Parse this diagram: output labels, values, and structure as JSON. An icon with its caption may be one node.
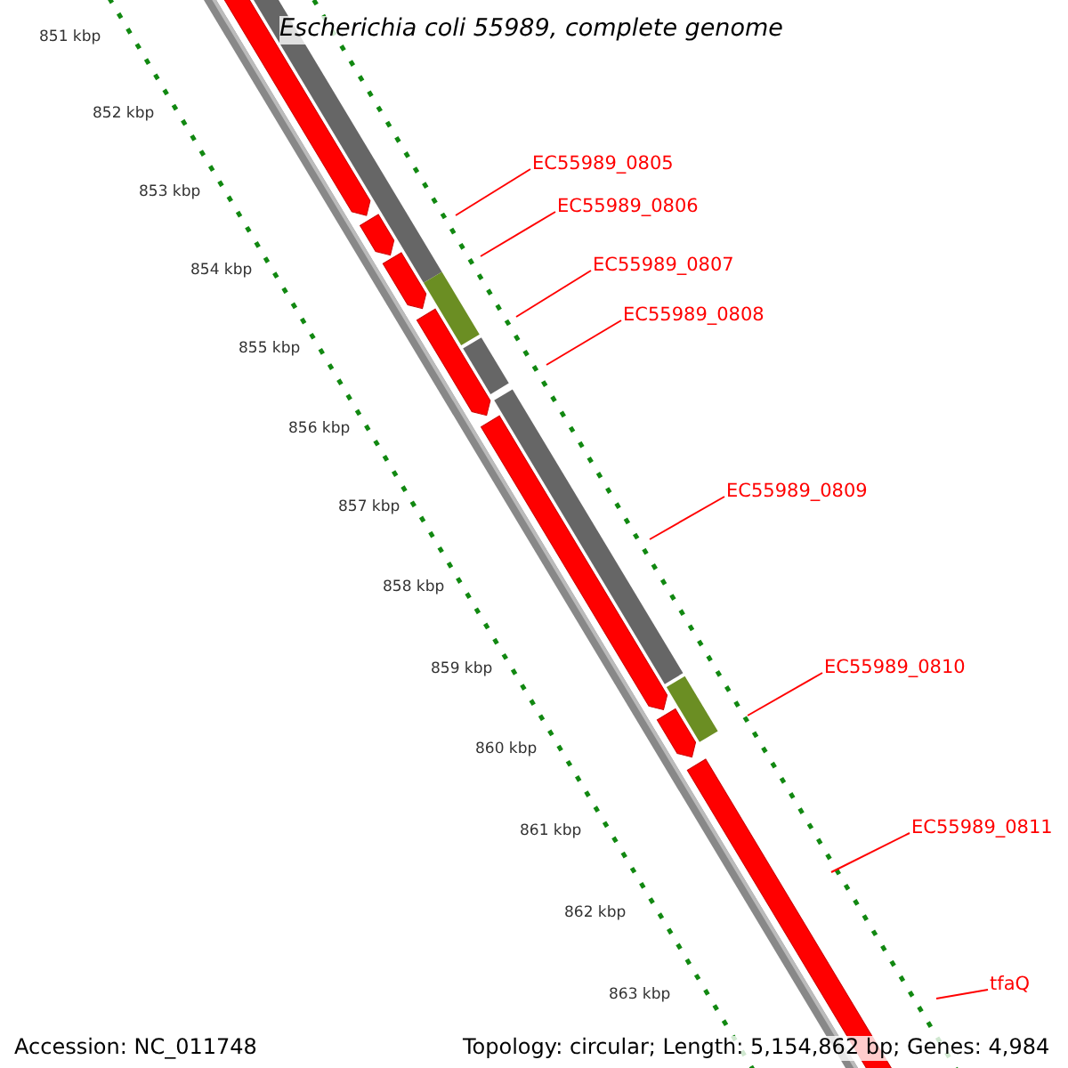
{
  "diagram": {
    "title": "Escherichia coli 55989, complete genome",
    "nodes": [
      {
        "text": [
          "EC55989_0805"
        ]
      },
      {
        "text": [
          "EC55989_0806"
        ]
      },
      {
        "text": [
          "EC55989_0807"
        ]
      },
      {
        "text": [
          "EC55989_0808"
        ]
      },
      {
        "text": [
          "EC55989_0809"
        ]
      },
      {
        "text": [
          "EC55989_0810"
        ]
      },
      {
        "text": [
          "EC55989_0811"
        ]
      },
      {
        "text": [
          "tfaQ"
        ]
      }
    ],
    "edges": [
      {
        "from": 0,
        "to": null,
        "arrow": "none"
      },
      {
        "from": 1,
        "to": null,
        "arrow": "none"
      },
      {
        "from": 2,
        "to": null,
        "arrow": "none"
      },
      {
        "from": 3,
        "to": null,
        "arrow": "none"
      },
      {
        "from": 4,
        "to": null,
        "arrow": "none"
      },
      {
        "from": 5,
        "to": null,
        "arrow": "none"
      },
      {
        "from": 6,
        "to": null,
        "arrow": "none"
      },
      {
        "from": 7,
        "to": null,
        "arrow": "none"
      }
    ],
    "labels": [
      "851 kbp",
      "852 kbp",
      "853 kbp",
      "854 kbp",
      "855 kbp",
      "856 kbp",
      "857 kbp",
      "858 kbp",
      "859 kbp",
      "860 kbp",
      "861 kbp",
      "862 kbp",
      "863 kbp",
      "Accession: NC_011748",
      "Topology: circular; Length: 5,154,862 bp; Genes: 4,984"
    ]
  }
}
